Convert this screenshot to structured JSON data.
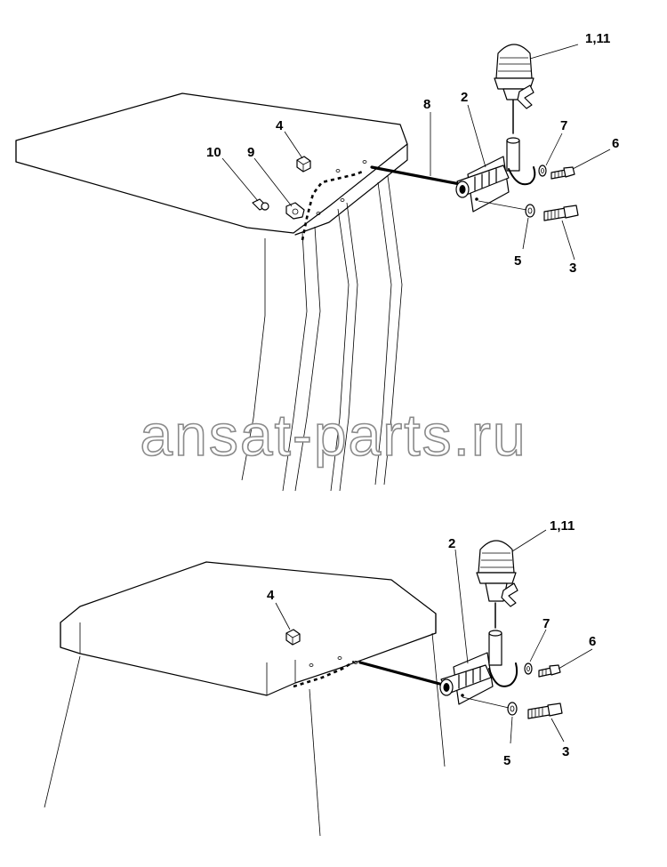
{
  "watermark": "ansat-parts.ru",
  "diagram_top": {
    "callouts": {
      "c1_11": "1,11",
      "c2": "2",
      "c3": "3",
      "c4": "4",
      "c5": "5",
      "c6": "6",
      "c7": "7",
      "c8": "8",
      "c9": "9",
      "c10": "10"
    }
  },
  "diagram_bottom": {
    "callouts": {
      "c1_11": "1,11",
      "c2": "2",
      "c3": "3",
      "c4": "4",
      "c5": "5",
      "c6": "6",
      "c7": "7"
    }
  }
}
